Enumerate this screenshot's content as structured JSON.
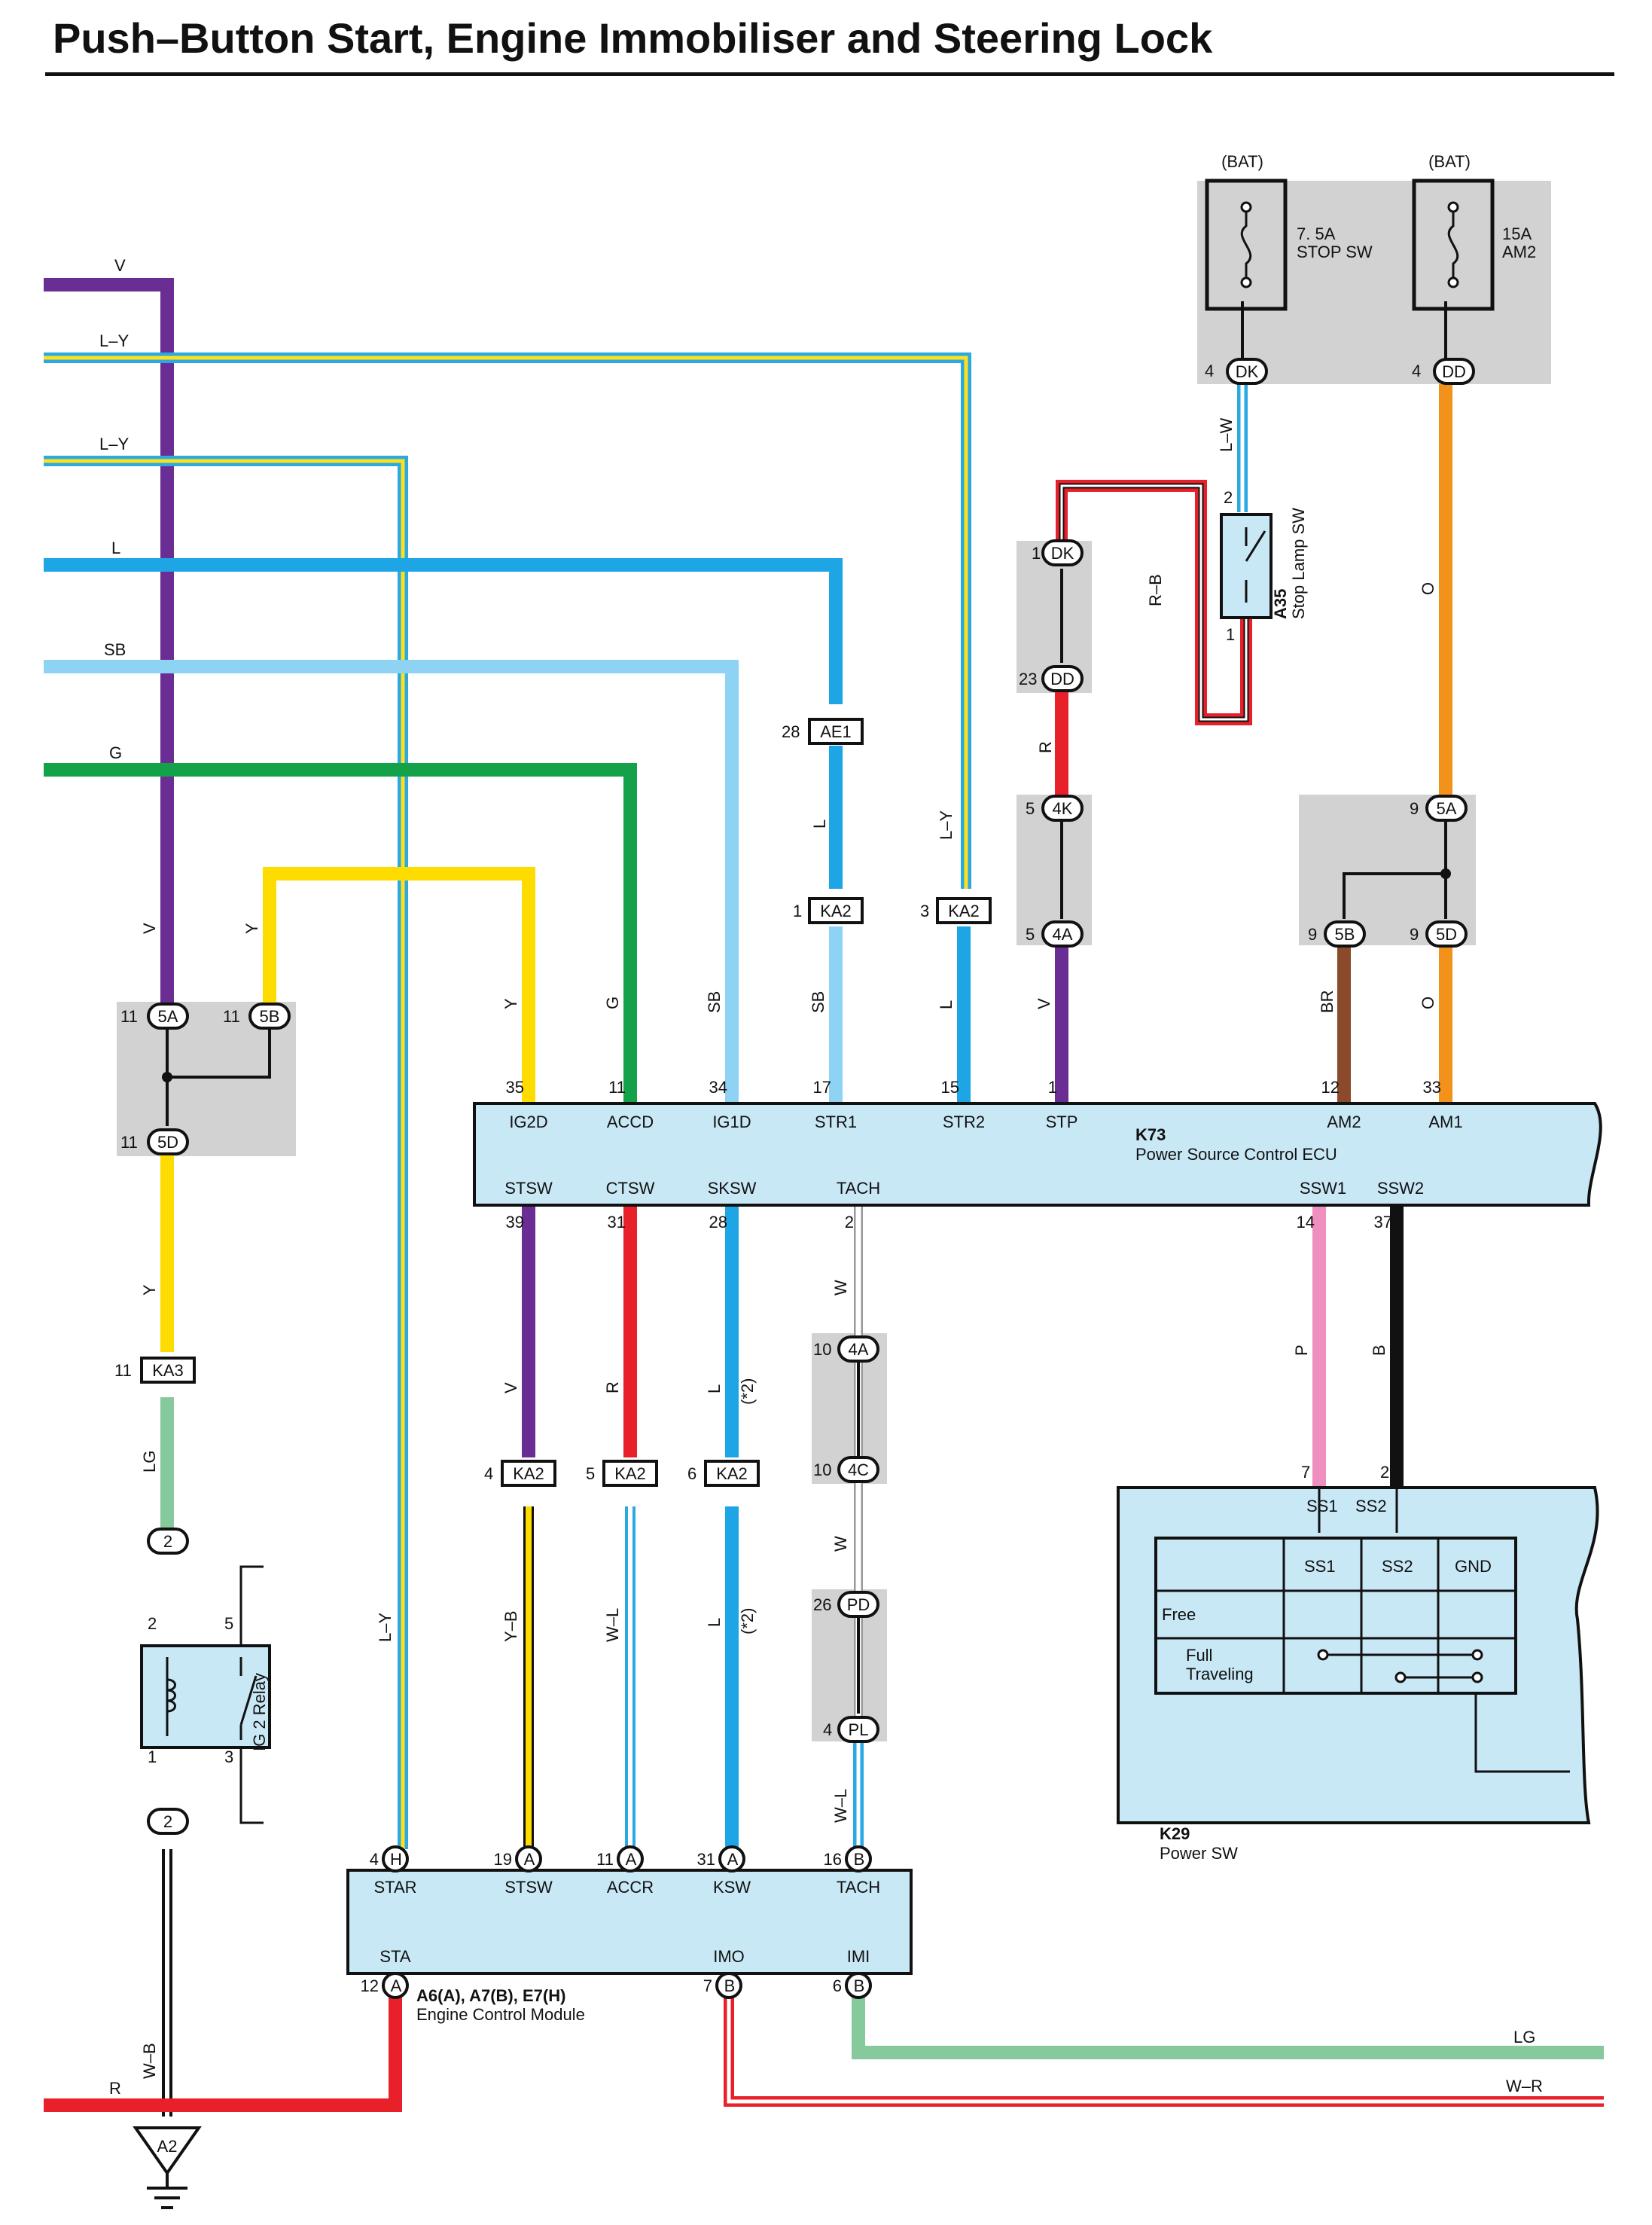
{
  "title": "Push–Button Start, Engine Immobiliser and Steering Lock",
  "colors": {
    "V": "#6a2d94",
    "LY_blue": "#2aa9e3",
    "LY_yellow": "#ffe01b",
    "L": "#1ea5e6",
    "SB": "#8fd3f4",
    "G": "#13a24a",
    "Y": "#ffdc00",
    "R": "#e8202a",
    "O": "#f3921b",
    "BR": "#8b4a2b",
    "P": "#ef8fc0",
    "B": "#111111",
    "LG": "#86c99c",
    "W": "#ffffff",
    "box": "#c9e8f6",
    "gray": "#d2d2d2"
  },
  "wire_labels": {
    "V": "V",
    "LY": "L–Y",
    "L": "L",
    "SB": "SB",
    "G": "G",
    "Y": "Y",
    "LG": "LG",
    "R": "R",
    "WB": "W–B",
    "YB": "Y–B",
    "WL": "W–L",
    "W": "W",
    "O": "O",
    "BR": "BR",
    "P": "P",
    "B": "B",
    "RB": "R–B",
    "LW": "L–W",
    "WR": "W–R"
  },
  "notes": {
    "star2": "(*2)"
  },
  "bat": "(BAT)",
  "fuse1": {
    "line1": "7. 5A",
    "line2": "STOP SW"
  },
  "fuse2": {
    "line1": "15A",
    "line2": "AM2"
  },
  "stop_lamp": {
    "code": "A35",
    "name": "Stop Lamp SW"
  },
  "relay": {
    "name": "IG 2 Relay"
  },
  "ground": "A2",
  "ecu": {
    "code": "K73",
    "name": "Power Source Control ECU",
    "top": [
      {
        "pin": "35",
        "label": "IG2D"
      },
      {
        "pin": "11",
        "label": "ACCD"
      },
      {
        "pin": "34",
        "label": "IG1D"
      },
      {
        "pin": "17",
        "label": "STR1"
      },
      {
        "pin": "15",
        "label": "STR2"
      },
      {
        "pin": "1",
        "label": "STP"
      },
      {
        "pin": "12",
        "label": "AM2"
      },
      {
        "pin": "33",
        "label": "AM1"
      }
    ],
    "bottom": [
      {
        "pin": "39",
        "label": "STSW"
      },
      {
        "pin": "31",
        "label": "CTSW"
      },
      {
        "pin": "28",
        "label": "SKSW"
      },
      {
        "pin": "2",
        "label": "TACH"
      },
      {
        "pin": "14",
        "label": "SSW1"
      },
      {
        "pin": "37",
        "label": "SSW2"
      }
    ]
  },
  "ecm": {
    "code": "A6(A), A7(B), E7(H)",
    "name": "Engine Control Module",
    "top": [
      {
        "pin": "4",
        "con": "H",
        "label": "STAR"
      },
      {
        "pin": "19",
        "con": "A",
        "label": "STSW"
      },
      {
        "pin": "11",
        "con": "A",
        "label": "ACCR"
      },
      {
        "pin": "31",
        "con": "A",
        "label": "KSW"
      },
      {
        "pin": "16",
        "con": "B",
        "label": "TACH"
      }
    ],
    "bottom": [
      {
        "pin": "12",
        "con": "A",
        "label": "STA"
      },
      {
        "pin": "7",
        "con": "B",
        "label": "IMO"
      },
      {
        "pin": "6",
        "con": "B",
        "label": "IMI"
      }
    ]
  },
  "psw": {
    "code": "K29",
    "name": "Power SW",
    "pins": [
      {
        "pin": "7",
        "label": "SS1"
      },
      {
        "pin": "2",
        "label": "SS2"
      }
    ],
    "table": {
      "headers": [
        "SS1",
        "SS2",
        "GND"
      ],
      "rows": [
        "Free",
        "Full",
        "Traveling"
      ]
    }
  },
  "connectors": {
    "DK": "DK",
    "DD": "DD",
    "AE1": "AE1",
    "KA2": "KA2",
    "KA3": "KA3",
    "K4": "4K",
    "A4": "4A",
    "C4": "4C",
    "A5": "5A",
    "B5": "5B",
    "D5": "5D",
    "PD": "PD",
    "PL": "PL",
    "R2": "2"
  },
  "pins": {
    "p4": "4",
    "p2": "2",
    "p1": "1",
    "p23": "23",
    "p28": "28",
    "p3": "3",
    "p5": "5",
    "p9": "9",
    "p11": "11",
    "p10": "10",
    "p26": "26",
    "p6": "6",
    "p7": "7",
    "p12": "12",
    "p19": "19",
    "p16": "16",
    "p31": "31",
    "p33": "33",
    "p14": "14",
    "p37": "37",
    "p39": "39",
    "p35": "35",
    "p34": "34",
    "p17": "17",
    "p15": "15"
  }
}
